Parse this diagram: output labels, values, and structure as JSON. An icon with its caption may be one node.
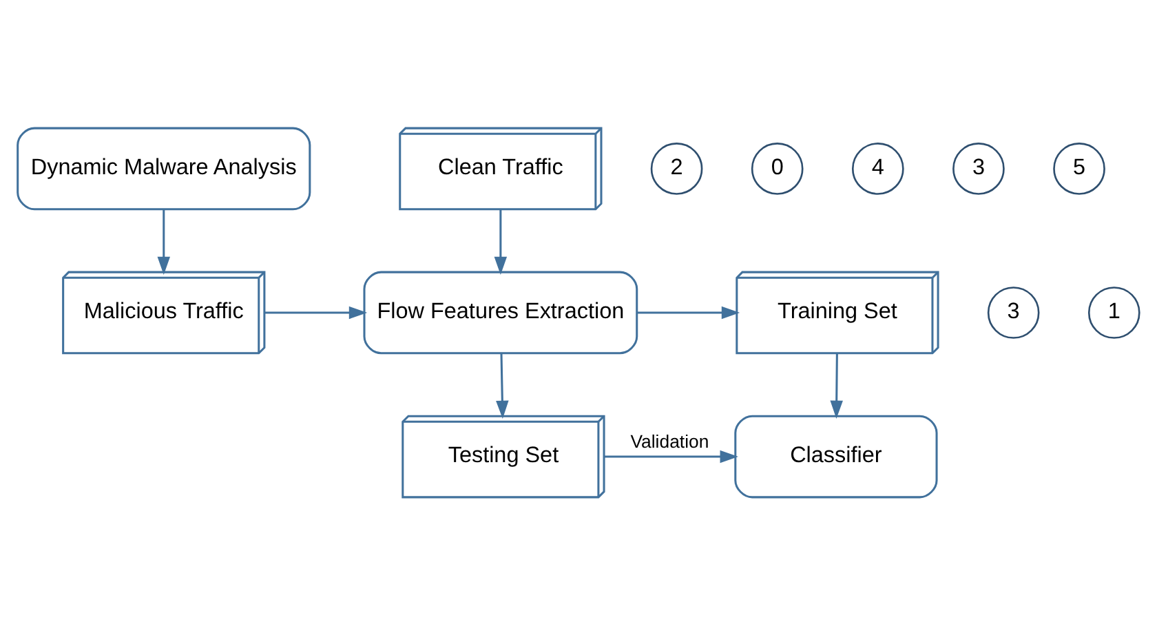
{
  "diagram": {
    "nodes": [
      {
        "text": [
          "Clean Traffic"
        ]
      },
      {
        "text": [
          "Dynamic Malware Analysis"
        ]
      },
      {
        "text": [
          "2"
        ]
      },
      {
        "text": [
          "0"
        ]
      },
      {
        "text": [
          "3"
        ]
      },
      {
        "text": [
          "1"
        ]
      },
      {
        "text": [
          "Training Set"
        ]
      },
      {
        "text": [
          "Flow Features Extraction"
        ]
      },
      {
        "text": [
          "Malicious Traffic"
        ]
      },
      {
        "text": [
          "4"
        ]
      },
      {
        "text": [
          "3"
        ]
      },
      {
        "text": [
          "5"
        ]
      },
      {
        "text": [
          "Classifier"
        ]
      },
      {
        "text": [
          "Testing Set"
        ]
      }
    ],
    "edges": [
      {
        "from": 1,
        "to": 8,
        "arrow": "to"
      },
      {
        "from": 0,
        "to": 7,
        "arrow": "to"
      },
      {
        "from": 8,
        "to": 7,
        "arrow": "to"
      },
      {
        "from": 7,
        "to": 6,
        "arrow": "to"
      },
      {
        "from": 7,
        "to": 13,
        "arrow": "to"
      },
      {
        "from": 6,
        "to": 12,
        "arrow": "to"
      },
      {
        "from": 13,
        "to": 12,
        "arrow": "to",
        "label": "Validation"
      }
    ]
  }
}
